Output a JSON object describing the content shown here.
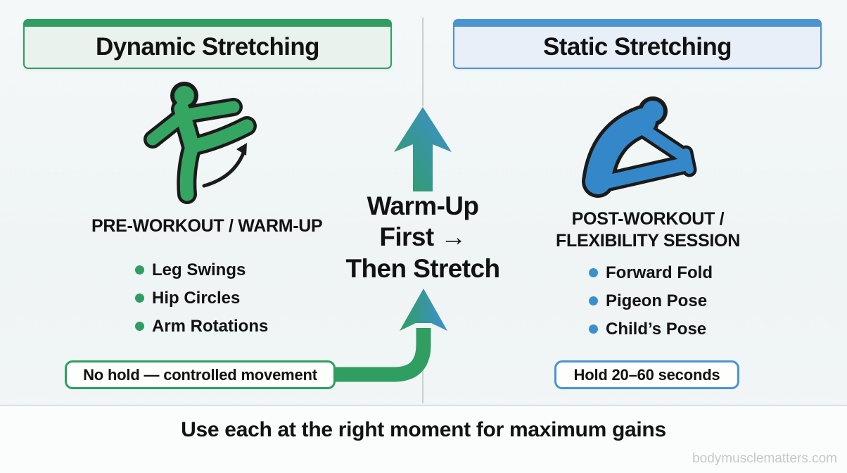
{
  "left_panel": {
    "title": "Dynamic Stretching",
    "heading": "PRE-WORKOUT / WARM-UP",
    "items": [
      "Leg Swings",
      "Hip Circles",
      "Arm Rotations"
    ],
    "note": "No hold — controlled movement",
    "icon": "leg-swing-figure-icon",
    "accent_color": "#2f9e60",
    "fill_color": "#e9f2ec"
  },
  "right_panel": {
    "title": "Static Stretching",
    "heading_line1": "POST-WORKOUT /",
    "heading_line2": "FLEXIBILITY SESSION",
    "items": [
      "Forward Fold",
      "Pigeon Pose",
      "Child’s Pose"
    ],
    "note": "Hold 20–60 seconds",
    "icon": "seated-forward-fold-figure-icon",
    "accent_color": "#4a94cf",
    "fill_color": "#e9eff8"
  },
  "center": {
    "message_line1": "Warm-Up",
    "message_line2": "First →",
    "message_line3": "Then Stretch",
    "arrow_gradient_start": "#2f9e60",
    "arrow_gradient_end": "#3f8fd2"
  },
  "footer": {
    "tagline": "Use each at the right moment for maximum gains",
    "watermark": "bodymusclematters.com"
  },
  "colors": {
    "background": "#f2f6f6",
    "divider": "#c9ced1",
    "green": "#2f9e60",
    "blue": "#4a94cf",
    "figure_green": "#35a562",
    "figure_blue": "#3488c9"
  }
}
